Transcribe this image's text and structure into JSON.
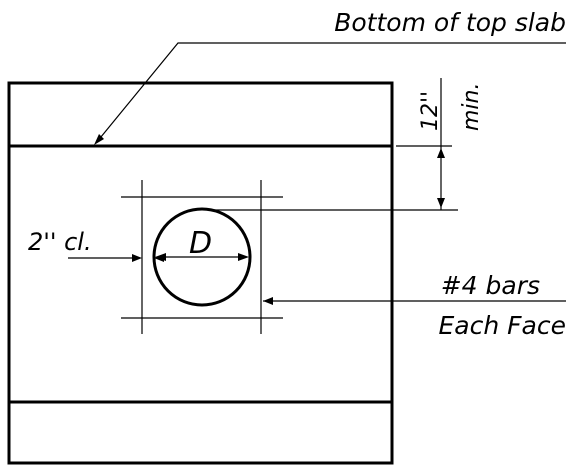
{
  "labels": {
    "slab": "Bottom of top slab",
    "clearance": "2'' cl.",
    "diameter": "D",
    "min_dim": "12''",
    "min_word": "min.",
    "bars": "#4 bars",
    "each_face": "Each Face"
  },
  "colors": {
    "line": "#000000",
    "background": "#ffffff"
  }
}
